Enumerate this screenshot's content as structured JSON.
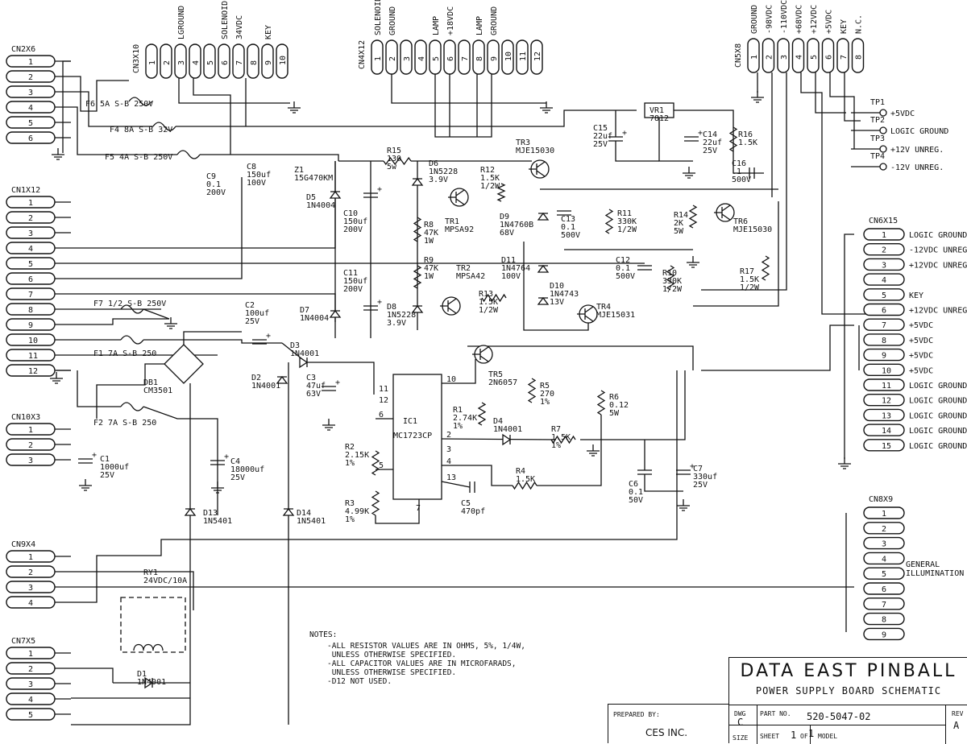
{
  "connectors": {
    "cn2": {
      "name": "CN2X6",
      "pins": [
        "1",
        "2",
        "3",
        "4",
        "5",
        "6"
      ]
    },
    "cn1": {
      "name": "CN1X12",
      "pins": [
        "1",
        "2",
        "3",
        "4",
        "5",
        "6",
        "7",
        "8",
        "9",
        "10",
        "11",
        "12"
      ]
    },
    "cn10": {
      "name": "CN10X3",
      "pins": [
        "1",
        "2",
        "3"
      ]
    },
    "cn9": {
      "name": "CN9X4",
      "pins": [
        "1",
        "2",
        "3",
        "4"
      ]
    },
    "cn7": {
      "name": "CN7X5",
      "pins": [
        "1",
        "2",
        "3",
        "4",
        "5"
      ]
    },
    "cn3": {
      "name": "CN3X10",
      "pins": [
        "1",
        "2",
        "3",
        "4",
        "5",
        "6",
        "7",
        "8",
        "9",
        "10"
      ],
      "labels": [
        "",
        "",
        "LGROUND",
        "",
        "",
        "SOLENOID",
        "34VDC",
        "",
        "KEY",
        ""
      ]
    },
    "cn4": {
      "name": "CN4X12",
      "pins": [
        "1",
        "2",
        "3",
        "4",
        "5",
        "6",
        "7",
        "8",
        "9",
        "10",
        "11",
        "12"
      ],
      "labels": [
        "SOLENOID",
        "GROUND",
        "",
        "",
        "LAMP",
        "+18VDC",
        "",
        "LAMP",
        "GROUND",
        "",
        "",
        ""
      ]
    },
    "cn5": {
      "name": "CN5X8",
      "pins": [
        "1",
        "2",
        "3",
        "4",
        "5",
        "6",
        "7",
        "8"
      ],
      "labels": [
        "GROUND",
        "-98VDC",
        "-110VDC",
        "+68VDC",
        "+12VDC",
        "+5VDC",
        "KEY",
        "N.C."
      ]
    },
    "cn6": {
      "name": "CN6X15",
      "pins": [
        "1",
        "2",
        "3",
        "4",
        "5",
        "6",
        "7",
        "8",
        "9",
        "10",
        "11",
        "12",
        "13",
        "14",
        "15"
      ],
      "labels": [
        "LOGIC GROUND",
        "-12VDC UNREG.",
        "+12VDC UNREG.",
        "",
        "KEY",
        "+12VDC UNREG.",
        "+5VDC",
        "+5VDC",
        "+5VDC",
        "+5VDC",
        "LOGIC GROUND",
        "LOGIC GROUND",
        "LOGIC GROUND",
        "LOGIC GROUND",
        "LOGIC GROUND"
      ]
    },
    "cn8": {
      "name": "CN8X9",
      "pins": [
        "1",
        "2",
        "3",
        "4",
        "5",
        "6",
        "7",
        "8",
        "9"
      ],
      "note": "GENERAL\nILLUMINATION"
    }
  },
  "test_points": [
    {
      "name": "TP1",
      "label": "+5VDC"
    },
    {
      "name": "TP2",
      "label": "LOGIC GROUND"
    },
    {
      "name": "TP3",
      "label": "+12V UNREG."
    },
    {
      "name": "TP4",
      "label": "-12V UNREG."
    }
  ],
  "fuses": [
    {
      "ref": "F6",
      "value": "5A  S-B  250V"
    },
    {
      "ref": "F4",
      "value": "8A        S-B  32V"
    },
    {
      "ref": "F5",
      "value": "4A  S-B  250V"
    },
    {
      "ref": "F7",
      "value": "1/2  S-B  250V"
    },
    {
      "ref": "F1",
      "value": "7A  S-B  250"
    },
    {
      "ref": "F2",
      "value": "7A  S-B  250"
    }
  ],
  "parts": [
    {
      "ref": "VR1",
      "value": "7812"
    },
    {
      "ref": "C15",
      "value": "22uf\n25V"
    },
    {
      "ref": "C14",
      "value": "22uf\n25V"
    },
    {
      "ref": "R16",
      "value": "1.5K"
    },
    {
      "ref": "C16",
      "value": ".1\n500V"
    },
    {
      "ref": "C9",
      "value": "0.1\n200V"
    },
    {
      "ref": "C8",
      "value": "150uf\n100V"
    },
    {
      "ref": "Z1",
      "value": "15G470KM"
    },
    {
      "ref": "R15",
      "value": "130\n5w"
    },
    {
      "ref": "D6",
      "value": "1N5228\n3.9V"
    },
    {
      "ref": "R12",
      "value": "1.5K\n1/2W"
    },
    {
      "ref": "TR3",
      "value": "MJE15030"
    },
    {
      "ref": "D5",
      "value": "1N4004"
    },
    {
      "ref": "C10",
      "value": "150uf\n200V"
    },
    {
      "ref": "R8",
      "value": "47K\n1W"
    },
    {
      "ref": "TR1",
      "value": "MPSA92"
    },
    {
      "ref": "D9",
      "value": "1N4760B\n68V"
    },
    {
      "ref": "C13",
      "value": "0.1\n500V"
    },
    {
      "ref": "R11",
      "value": "330K\n1/2W"
    },
    {
      "ref": "R14",
      "value": "2K\n5W"
    },
    {
      "ref": "TR6",
      "value": "MJE15030"
    },
    {
      "ref": "R9",
      "value": "47K\n1W"
    },
    {
      "ref": "TR2",
      "value": "MPSA42"
    },
    {
      "ref": "D11",
      "value": "1N4764\n100V"
    },
    {
      "ref": "C12",
      "value": "0.1\n500V"
    },
    {
      "ref": "R10",
      "value": "330K\n1/2W"
    },
    {
      "ref": "R17",
      "value": "1.5K\n1/2W"
    },
    {
      "ref": "C11",
      "value": "150uf\n200V"
    },
    {
      "ref": "D7",
      "value": "1N4004"
    },
    {
      "ref": "D8",
      "value": "1N5228\n3.9V"
    },
    {
      "ref": "R13",
      "value": "1.5K\n1/2W"
    },
    {
      "ref": "D10",
      "value": "1N4743\n13V"
    },
    {
      "ref": "TR4",
      "value": "MJE15031"
    },
    {
      "ref": "C2",
      "value": "100uf\n25V"
    },
    {
      "ref": "D3",
      "value": "1N4001"
    },
    {
      "ref": "D2",
      "value": "1N4001"
    },
    {
      "ref": "C3",
      "value": "47uf\n63V"
    },
    {
      "ref": "DB1",
      "value": "CM3501"
    },
    {
      "ref": "TR5",
      "value": "2N6057"
    },
    {
      "ref": "R5",
      "value": "270\n1%"
    },
    {
      "ref": "R6",
      "value": "0.12\n5W"
    },
    {
      "ref": "R1",
      "value": "2.74K\n1%"
    },
    {
      "ref": "IC1",
      "value": "MC1723CP"
    },
    {
      "ref": "D4",
      "value": "1N4001"
    },
    {
      "ref": "R7",
      "value": "1.5K\n1%"
    },
    {
      "ref": "C1",
      "value": "1000uf\n25V"
    },
    {
      "ref": "C4",
      "value": "18000uf\n25V"
    },
    {
      "ref": "R2",
      "value": "2.15K\n1%"
    },
    {
      "ref": "R3",
      "value": "4.99K\n1%"
    },
    {
      "ref": "R4",
      "value": "1.5K"
    },
    {
      "ref": "C5",
      "value": "470pf"
    },
    {
      "ref": "C6",
      "value": "0.1\n50V"
    },
    {
      "ref": "C7",
      "value": "330uf\n25V"
    },
    {
      "ref": "D13",
      "value": "1N5401"
    },
    {
      "ref": "D14",
      "value": "1N5401"
    },
    {
      "ref": "RY1",
      "value": "24VDC/10A"
    },
    {
      "ref": "D1",
      "value": "1N4001"
    }
  ],
  "ic_pins": [
    "10",
    "11",
    "12",
    "6",
    "5",
    "2",
    "3",
    "4",
    "13",
    "7"
  ],
  "notes": {
    "heading": "NOTES:",
    "lines": [
      "-ALL RESISTOR VALUES ARE IN OHMS, 5%, 1/4W,",
      " UNLESS OTHERWISE SPECIFIED.",
      "-ALL CAPACITOR VALUES ARE IN MICROFARADS,",
      " UNLESS OTHERWISE SPECIFIED.",
      "-D12 NOT USED."
    ]
  },
  "title_block": {
    "company": "DATA EAST PINBALL",
    "subtitle": "POWER SUPPLY BOARD SCHEMATIC",
    "prepared_by_label": "PREPARED BY:",
    "prepared_by": "CES INC.",
    "dwg_label": "DWG",
    "size_label": "SIZE",
    "size": "C",
    "part_no_label": "PART NO.",
    "part_no": "520-5047-02",
    "sheet_label": "SHEET",
    "sheet": "1",
    "of_label": "OF",
    "of": "1",
    "model_label": "MODEL",
    "rev_label": "REV",
    "rev": "A"
  }
}
